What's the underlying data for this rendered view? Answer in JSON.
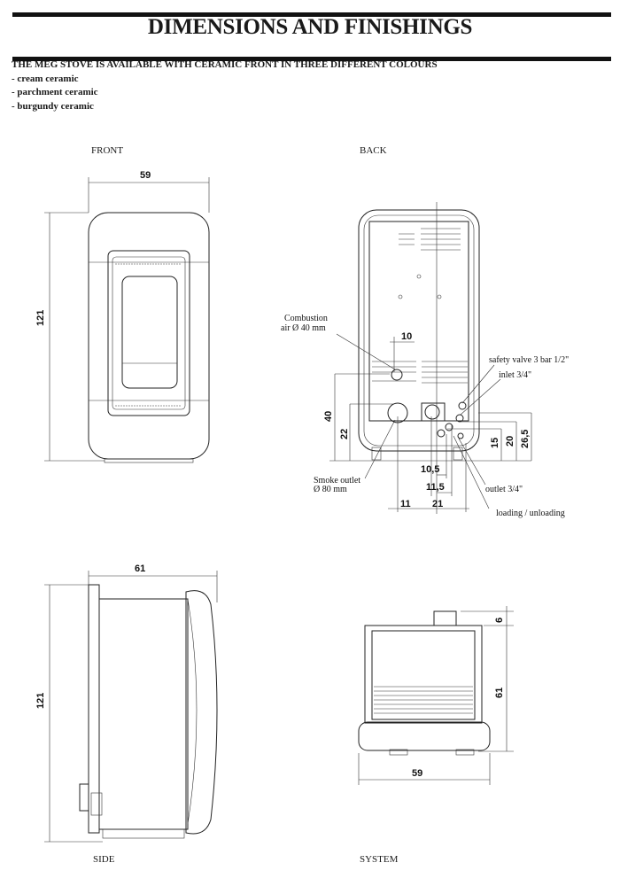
{
  "title": "DIMENSIONS AND FINISHINGS",
  "intro": {
    "heading": "THE MEG STOVE IS AVAILABLE WITH CERAMIC FRONT IN THREE DIFFERENT COLOURS",
    "colours": [
      "- cream ceramic",
      "- parchment ceramic",
      "- burgundy ceramic"
    ]
  },
  "views": {
    "front": {
      "label": "FRONT",
      "width": "59",
      "height": "121"
    },
    "back": {
      "label": "BACK",
      "dims": {
        "d10": "10",
        "d40": "40",
        "d22": "22",
        "d15": "15",
        "d20": "20",
        "d26_5": "26,5",
        "d10_5": "10,5",
        "d11_5": "11,5",
        "d11": "11",
        "d21": "21"
      },
      "notes": {
        "combustion_1": "Combustion",
        "combustion_2": "air Ø 40 mm",
        "safety_valve": "safety valve 3 bar 1/2\"",
        "inlet": "inlet 3/4\"",
        "smoke_1": "Smoke outlet",
        "smoke_2": "Ø 80 mm",
        "outlet": "outlet 3/4\"",
        "loading": "loading / unloading"
      }
    },
    "side": {
      "label": "SIDE",
      "width": "61",
      "height": "121"
    },
    "system": {
      "label": "SYSTEM",
      "width": "59",
      "depth": "61",
      "top": "6"
    }
  }
}
